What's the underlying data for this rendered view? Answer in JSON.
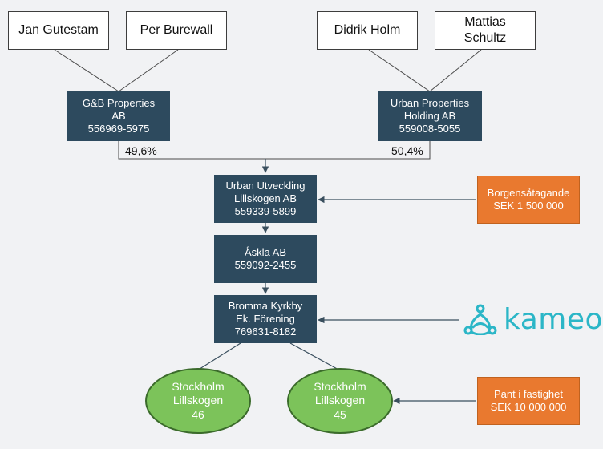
{
  "persons": {
    "jan": [
      "Jan Gutestam"
    ],
    "per": [
      "Per Burewall"
    ],
    "didrik": [
      "Didrik Holm"
    ],
    "mattias": [
      "Mattias",
      "Schultz"
    ]
  },
  "companies": {
    "gb": [
      "G&B Properties",
      "AB",
      "556969-5975"
    ],
    "urban_holding": [
      "Urban Properties",
      "Holding AB",
      "559008-5055"
    ],
    "utveckling": [
      "Urban Utveckling",
      "Lillskogen AB",
      "559339-5899"
    ],
    "askla": [
      "Åskla AB",
      "559092-2455"
    ],
    "bromma": [
      "Bromma Kyrkby",
      "Ek. Förening",
      "769631-8182"
    ]
  },
  "ownership": {
    "gb_share": "49,6%",
    "urban_share": "50,4%"
  },
  "notes": {
    "borgen": [
      "Borgensåtagande",
      "SEK 1 500 000"
    ],
    "pant": [
      "Pant i fastighet",
      "SEK 10 000 000"
    ]
  },
  "properties": {
    "p46": [
      "Stockholm",
      "Lillskogen",
      "46"
    ],
    "p45": [
      "Stockholm",
      "Lillskogen",
      "45"
    ]
  },
  "logo": {
    "text": "kameo",
    "icon": "kameo-people-icon",
    "color": "#2bb6c7"
  },
  "colors": {
    "company": "#2d4a5e",
    "note": "#e9792f",
    "property": "#7cc35a",
    "line": "#3a4f5e"
  }
}
